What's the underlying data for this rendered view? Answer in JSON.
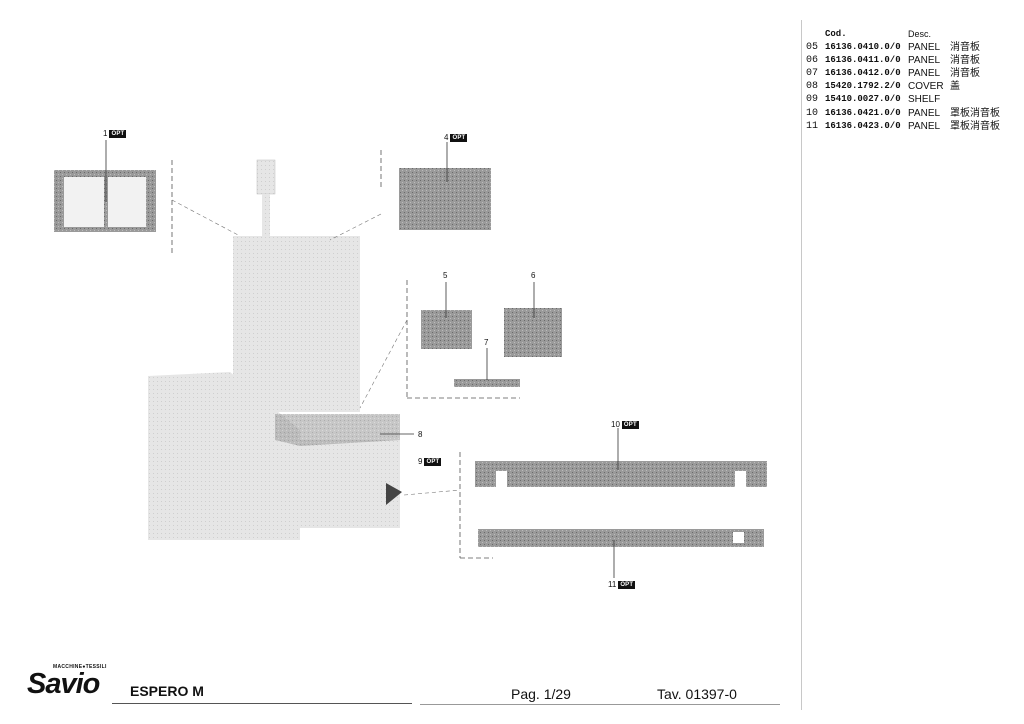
{
  "table": {
    "header_cod": "Cod.",
    "header_desc": "Desc.",
    "rows": [
      {
        "num": "05",
        "cod": "16136.0410.0/0",
        "desc": "PANEL",
        "zh": "消音板"
      },
      {
        "num": "06",
        "cod": "16136.0411.0/0",
        "desc": "PANEL",
        "zh": "消音板"
      },
      {
        "num": "07",
        "cod": "16136.0412.0/0",
        "desc": "PANEL",
        "zh": "消音板"
      },
      {
        "num": "08",
        "cod": "15420.1792.2/0",
        "desc": "COVER",
        "zh": "盖"
      },
      {
        "num": "09",
        "cod": "15410.0027.0/0",
        "desc": "SHELF",
        "zh": ""
      },
      {
        "num": "10",
        "cod": "16136.0421.0/0",
        "desc": "PANEL",
        "zh": "罩板消音板"
      },
      {
        "num": "11",
        "cod": "16136.0423.0/0",
        "desc": "PANEL",
        "zh": "罩板消音板"
      }
    ]
  },
  "callouts": {
    "c1": "1",
    "c4": "4",
    "c5": "5",
    "c6": "6",
    "c7": "7",
    "c8": "8",
    "c9": "9",
    "c10": "10",
    "c11": "11",
    "opt": "OPT"
  },
  "footer": {
    "brand_tag": "MACCHINE●TESSILI",
    "brand": "Savio",
    "model": "ESPERO M",
    "page": "Pag. 1/29",
    "tav": "Tav. 01397-0"
  },
  "colors": {
    "part_fill": "#8f8f8f",
    "machine_fill": "#e2e2e2"
  }
}
